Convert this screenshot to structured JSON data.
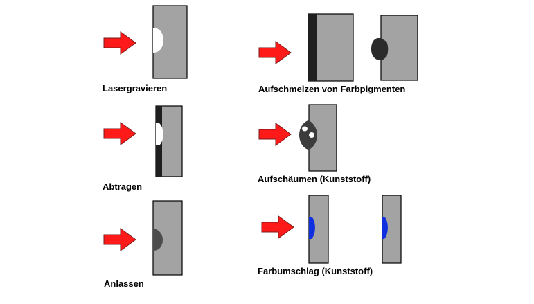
{
  "colors": {
    "arrow": "#ff1a1a",
    "arrow_outline": "#7a1a1a",
    "block": "#a3a3a3",
    "block_outline": "#000000",
    "coating": "#1f1f1f",
    "cavity": "#ffffff",
    "anneal_mark": "#4d4d4d",
    "pigment": "#2b2b2b",
    "foam": "#3c3c3c",
    "color_change": "#1030e0"
  },
  "processes": [
    {
      "id": "lasergravieren",
      "label": "Lasergravieren"
    },
    {
      "id": "abtragen",
      "label": "Abtragen"
    },
    {
      "id": "anlassen",
      "label": "Anlassen"
    },
    {
      "id": "aufschmelzen",
      "label": "Aufschmelzen von Farbpigmenten"
    },
    {
      "id": "aufschaeumen",
      "label": "Aufschäumen (Kunststoff)"
    },
    {
      "id": "farbumschlag",
      "label": "Farbumschlag (Kunststoff)"
    }
  ]
}
